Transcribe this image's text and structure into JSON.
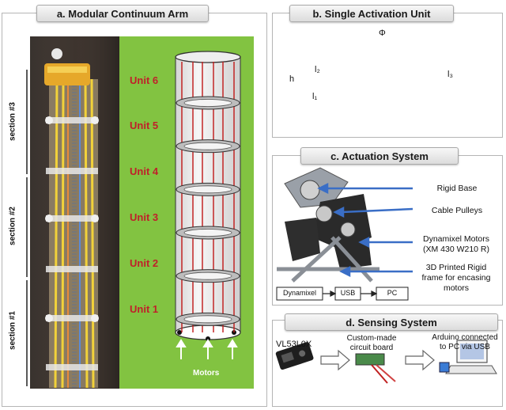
{
  "panels": {
    "a": {
      "title": "a. Modular Continuum Arm",
      "sections": [
        "section #3",
        "section #2",
        "section #1"
      ],
      "units": [
        "Unit 6",
        "Unit 5",
        "Unit 4",
        "Unit 3",
        "Unit 2",
        "Unit 1"
      ],
      "motors_label": "Motors"
    },
    "b": {
      "title": "b. Single Activation Unit",
      "labels": {
        "h": "h",
        "l1": "l₁",
        "l2": "l₂",
        "l3": "l₃",
        "phi": "Φ"
      }
    },
    "c": {
      "title": "c. Actuation System",
      "annotations": [
        [
          "Rigid Base"
        ],
        [
          "Cable Pulleys"
        ],
        [
          "Dynamixel Motors",
          "(XM 430 W210 R)"
        ],
        [
          "3D Printed Rigid",
          "frame for encasing",
          "motors"
        ]
      ],
      "flow": [
        "Dynamixel",
        "USB",
        "PC"
      ]
    },
    "d": {
      "title": "d. Sensing System",
      "sensor": "VL53L0X",
      "board": [
        "Custom-made",
        "circuit board"
      ],
      "arduino": [
        "Arduino connected",
        "to PC via USB"
      ]
    }
  },
  "colors": {
    "green": "#82c341",
    "unit_red": "#c0202a",
    "cable_red": "#c01818",
    "arrow_blue": "#3a6ec6"
  }
}
